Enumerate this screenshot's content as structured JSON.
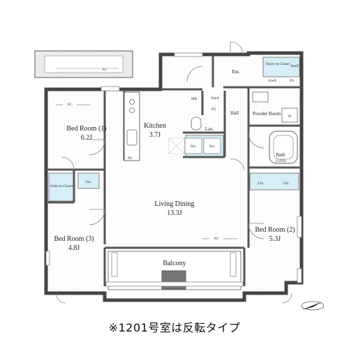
{
  "rooms": {
    "bed1": {
      "name": "Bed Room (1)",
      "size": "6.2J"
    },
    "bed2": {
      "name": "Bed Room (2)",
      "size": "5.3J"
    },
    "bed3": {
      "name": "Bed Room (3)",
      "size": "4.8J"
    },
    "kitchen": {
      "name": "Kitchen",
      "size": "3.7J"
    },
    "living": {
      "name": "Living Dining",
      "size": "13.3J"
    },
    "balcony": {
      "name": "Balcony"
    },
    "ent": {
      "name": "Ent."
    },
    "hall": {
      "name": "Hall"
    },
    "powder": {
      "name": "Powder Room"
    },
    "bath": {
      "name": "Bath",
      "spec": "(1418)"
    },
    "lav": {
      "name": "Lav."
    },
    "shoes": {
      "name": "Shoes in Closet"
    },
    "walkin": {
      "name": "Walk in Closet"
    }
  },
  "fixtures": {
    "ac": "AC",
    "mb": "MB",
    "ps": "PS",
    "shelf": "Shelf",
    "sto": "Sto.",
    "clo": "Clo.",
    "washer": "W"
  },
  "note": "※1201号室は反転タイプ"
}
